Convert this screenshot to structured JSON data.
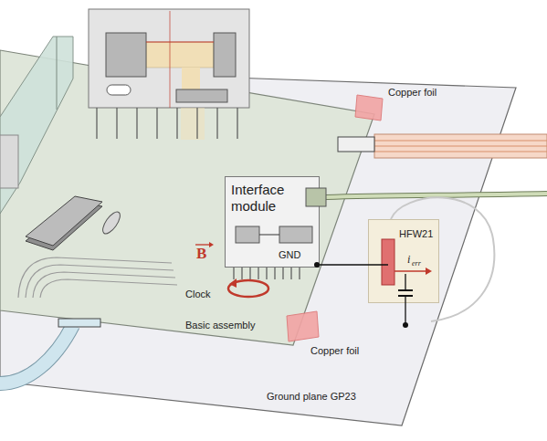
{
  "diagram": {
    "nodes": [
      {
        "text": [
          "Ground plane GP23"
        ]
      },
      {
        "text": [
          "Basic assembly"
        ],
        "in": 0
      },
      {
        "text": [
          "Interface module",
          "GND"
        ],
        "in": 1
      },
      {
        "text": [
          "HFW21",
          "i",
          "err"
        ],
        "in": 0
      }
    ],
    "edges": [
      {
        "from": 2,
        "to": 3,
        "arrow": "none"
      }
    ],
    "labels": [
      "Copper foil",
      "Copper foil",
      "B",
      "Clock"
    ]
  }
}
